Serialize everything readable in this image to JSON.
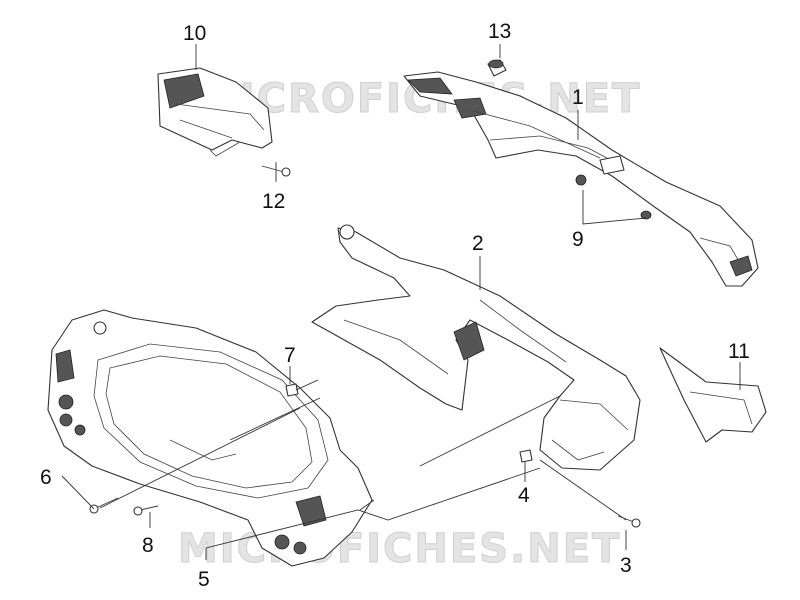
{
  "watermark": "MICROFICHES.NET",
  "callouts": [
    "1",
    "2",
    "3",
    "4",
    "5",
    "6",
    "7",
    "8",
    "9",
    "10",
    "11",
    "12",
    "13"
  ]
}
